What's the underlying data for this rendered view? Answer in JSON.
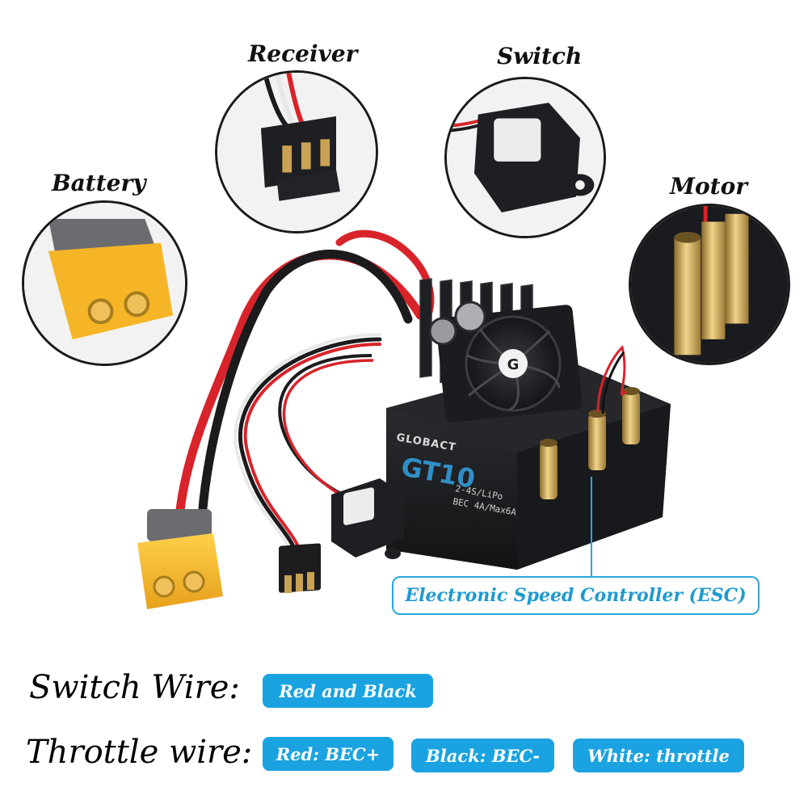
{
  "connectors": {
    "receiver_label": "Receiver",
    "switch_label": "Switch",
    "battery_label": "Battery",
    "motor_label": "Motor"
  },
  "esc": {
    "brand": "GLOBACT",
    "model": "GT10",
    "spec_line1": "2-4S/LiPo",
    "spec_line2": "BEC 4A/Max6A",
    "callout": "Electronic Speed Controller (ESC)"
  },
  "legend": {
    "switch_wire_label": "Switch Wire:",
    "switch_wire_value": "Red and Black",
    "throttle_wire_label": "Throttle wire:",
    "throttle_red": "Red: BEC+",
    "throttle_black": "Black: BEC-",
    "throttle_white": "White: throttle"
  },
  "colors": {
    "accent_blue": "#1aa3e0",
    "xt60_yellow": "#f5b526",
    "wire_red": "#d8232a",
    "esc_body": "#1d1e21",
    "gold_connector": "#c9a253"
  }
}
